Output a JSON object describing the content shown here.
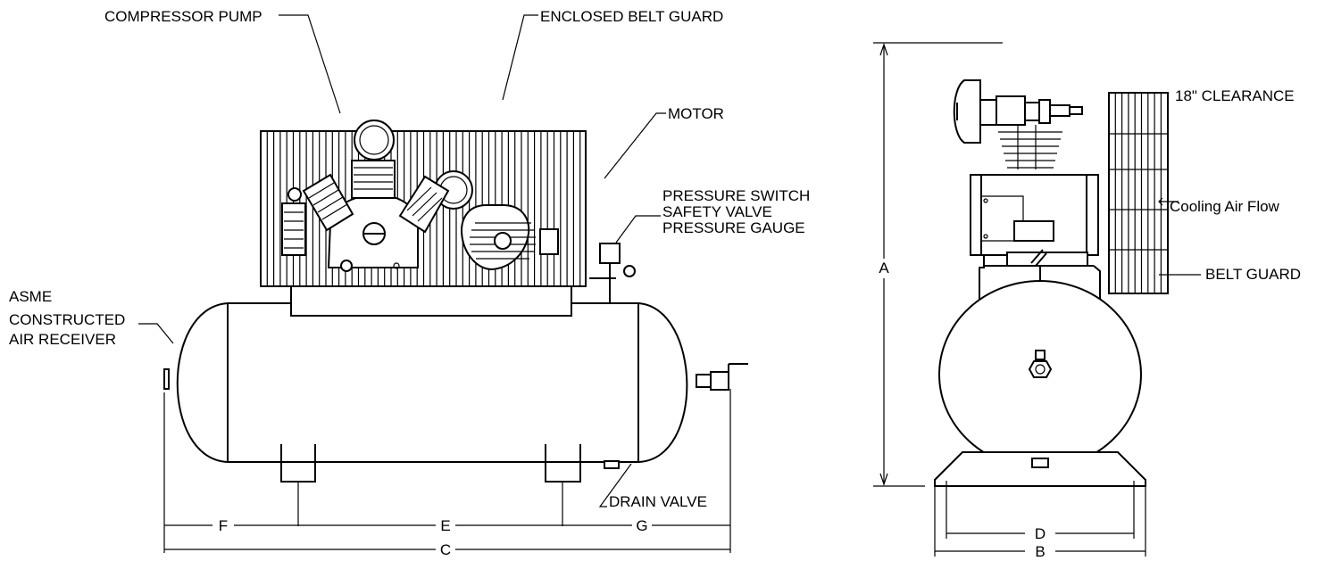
{
  "labels": {
    "compressor_pump": "COMPRESSOR PUMP",
    "enclosed_belt_guard": "ENCLOSED BELT GUARD",
    "motor": "MOTOR",
    "pressure_switch": "PRESSURE SWITCH",
    "safety_valve": "SAFETY VALVE",
    "pressure_gauge": "PRESSURE GAUGE",
    "asme_line1": "ASME",
    "asme_line2": "CONSTRUCTED",
    "asme_line3": "AIR RECEIVER",
    "drain_valve": "DRAIN VALVE",
    "clearance": "18\" CLEARANCE",
    "cooling_air_flow": "Cooling Air Flow",
    "belt_guard": "BELT GUARD"
  },
  "dimensions": {
    "a": "A",
    "b": "B",
    "c": "C",
    "d": "D",
    "e": "E",
    "f": "F",
    "g": "G"
  }
}
